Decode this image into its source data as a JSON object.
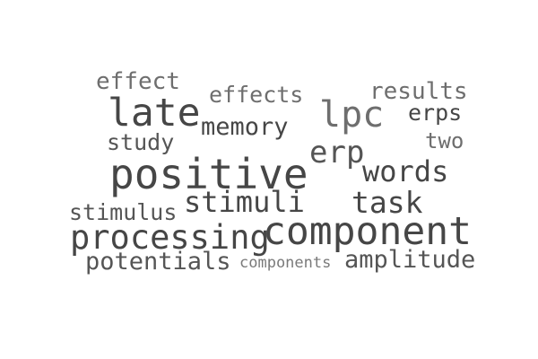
{
  "word_cloud": {
    "colors": {
      "dark": "#464646",
      "mid": "#555555",
      "light": "#6e6e6e",
      "pale": "#7a7a7a",
      "background": "#ffffff"
    },
    "words": {
      "effect": "effect",
      "effects": "effects",
      "results": "results",
      "late": "late",
      "memory": "memory",
      "lpc": "lpc",
      "erps": "erps",
      "study": "study",
      "two": "two",
      "erp": "erp",
      "positive": "positive",
      "words": "words",
      "stimuli": "stimuli",
      "task": "task",
      "stimulus": "stimulus",
      "processing": "processing",
      "component": "component",
      "potentials": "potentials",
      "components": "components",
      "amplitude": "amplitude"
    }
  }
}
